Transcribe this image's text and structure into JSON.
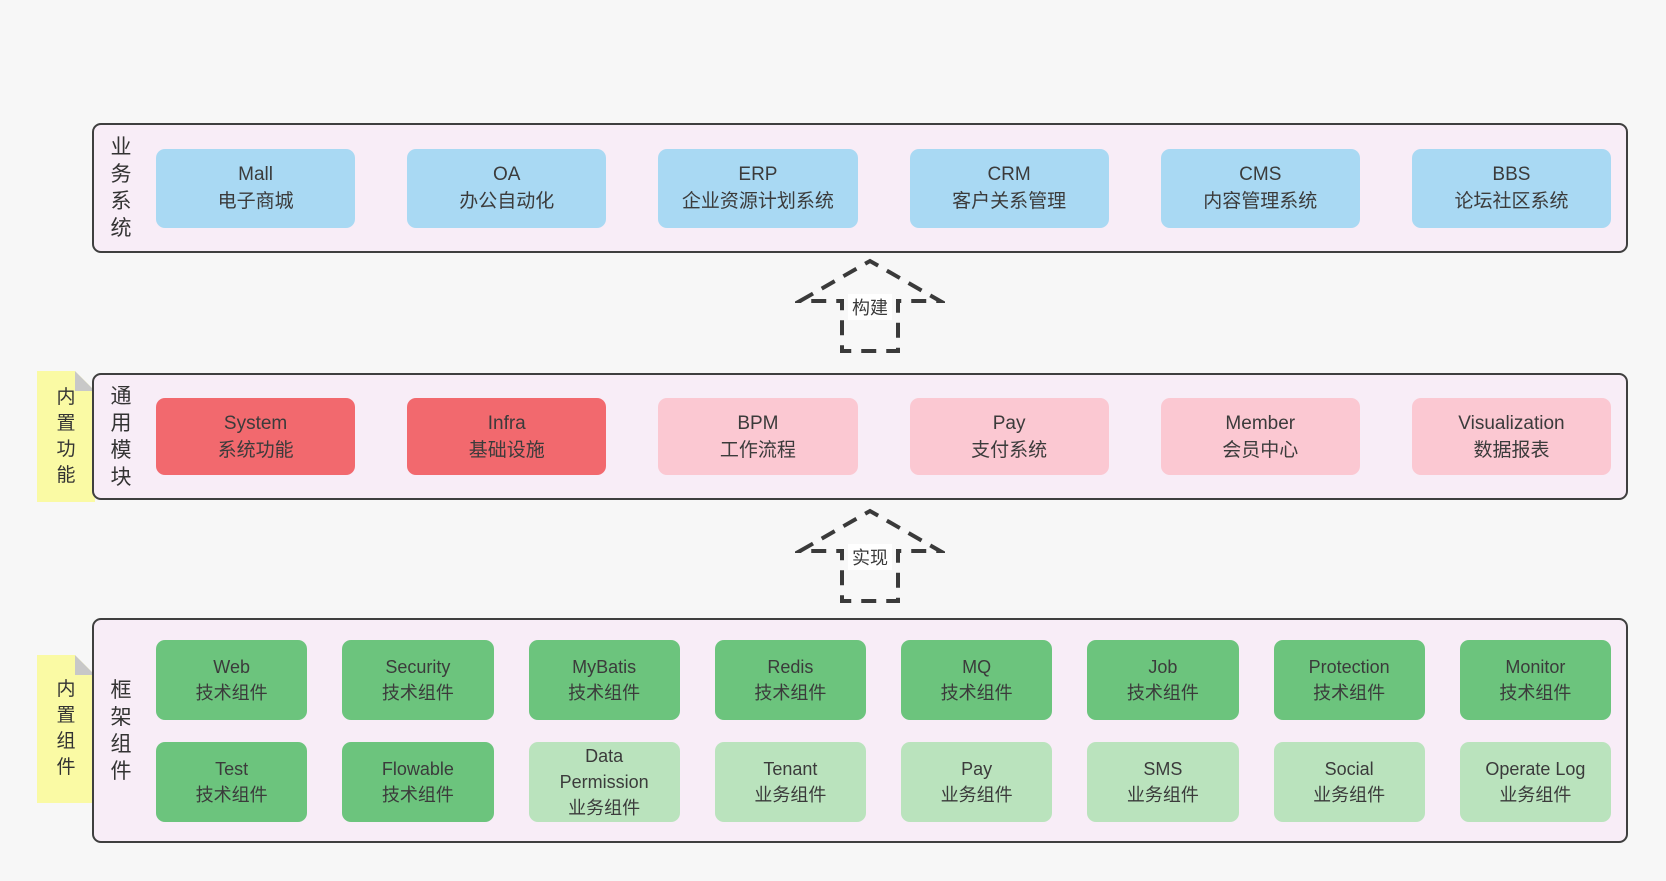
{
  "colors": {
    "page_bg": "#f7f7f7",
    "band_bg": "#f8edf7",
    "band_border": "#3f3f3f",
    "blue": "#a9d9f3",
    "red": "#f2696e",
    "pink": "#fbc8d2",
    "green": "#6cc47d",
    "light_green": "#bae3bd",
    "sticky_yellow": "#fafaa4",
    "sticky_fold": "#c8c8c8",
    "text": "#3b3b3b"
  },
  "arrows": {
    "build": "构建",
    "implement": "实现"
  },
  "bands": {
    "business": {
      "label": "业务系统",
      "items": [
        {
          "name": "Mall",
          "desc": "电子商城",
          "variant": "blue"
        },
        {
          "name": "OA",
          "desc": "办公自动化",
          "variant": "blue"
        },
        {
          "name": "ERP",
          "desc": "企业资源计划系统",
          "variant": "blue"
        },
        {
          "name": "CRM",
          "desc": "客户关系管理",
          "variant": "blue"
        },
        {
          "name": "CMS",
          "desc": "内容管理系统",
          "variant": "blue"
        },
        {
          "name": "BBS",
          "desc": "论坛社区系统",
          "variant": "blue"
        }
      ]
    },
    "modules": {
      "label": "通用模块",
      "sticky": "内置功能",
      "items": [
        {
          "name": "System",
          "desc": "系统功能",
          "variant": "red"
        },
        {
          "name": "Infra",
          "desc": "基础设施",
          "variant": "red"
        },
        {
          "name": "BPM",
          "desc": "工作流程",
          "variant": "pink"
        },
        {
          "name": "Pay",
          "desc": "支付系统",
          "variant": "pink"
        },
        {
          "name": "Member",
          "desc": "会员中心",
          "variant": "pink"
        },
        {
          "name": "Visualization",
          "desc": "数据报表",
          "variant": "pink"
        }
      ]
    },
    "components": {
      "label": "框架组件",
      "sticky": "内置组件",
      "row1": [
        {
          "name": "Web",
          "desc": "技术组件",
          "variant": "green"
        },
        {
          "name": "Security",
          "desc": "技术组件",
          "variant": "green"
        },
        {
          "name": "MyBatis",
          "desc": "技术组件",
          "variant": "green"
        },
        {
          "name": "Redis",
          "desc": "技术组件",
          "variant": "green"
        },
        {
          "name": "MQ",
          "desc": "技术组件",
          "variant": "green"
        },
        {
          "name": "Job",
          "desc": "技术组件",
          "variant": "green"
        },
        {
          "name": "Protection",
          "desc": "技术组件",
          "variant": "green"
        },
        {
          "name": "Monitor",
          "desc": "技术组件",
          "variant": "green"
        }
      ],
      "row2": [
        {
          "name": "Test",
          "desc": "技术组件",
          "variant": "green"
        },
        {
          "name": "Flowable",
          "desc": "技术组件",
          "variant": "green"
        },
        {
          "name": "Data Permission",
          "desc": "业务组件",
          "variant": "light-green"
        },
        {
          "name": "Tenant",
          "desc": "业务组件",
          "variant": "light-green"
        },
        {
          "name": "Pay",
          "desc": "业务组件",
          "variant": "light-green"
        },
        {
          "name": "SMS",
          "desc": "业务组件",
          "variant": "light-green"
        },
        {
          "name": "Social",
          "desc": "业务组件",
          "variant": "light-green"
        },
        {
          "name": "Operate Log",
          "desc": "业务组件",
          "variant": "light-green"
        }
      ]
    }
  }
}
